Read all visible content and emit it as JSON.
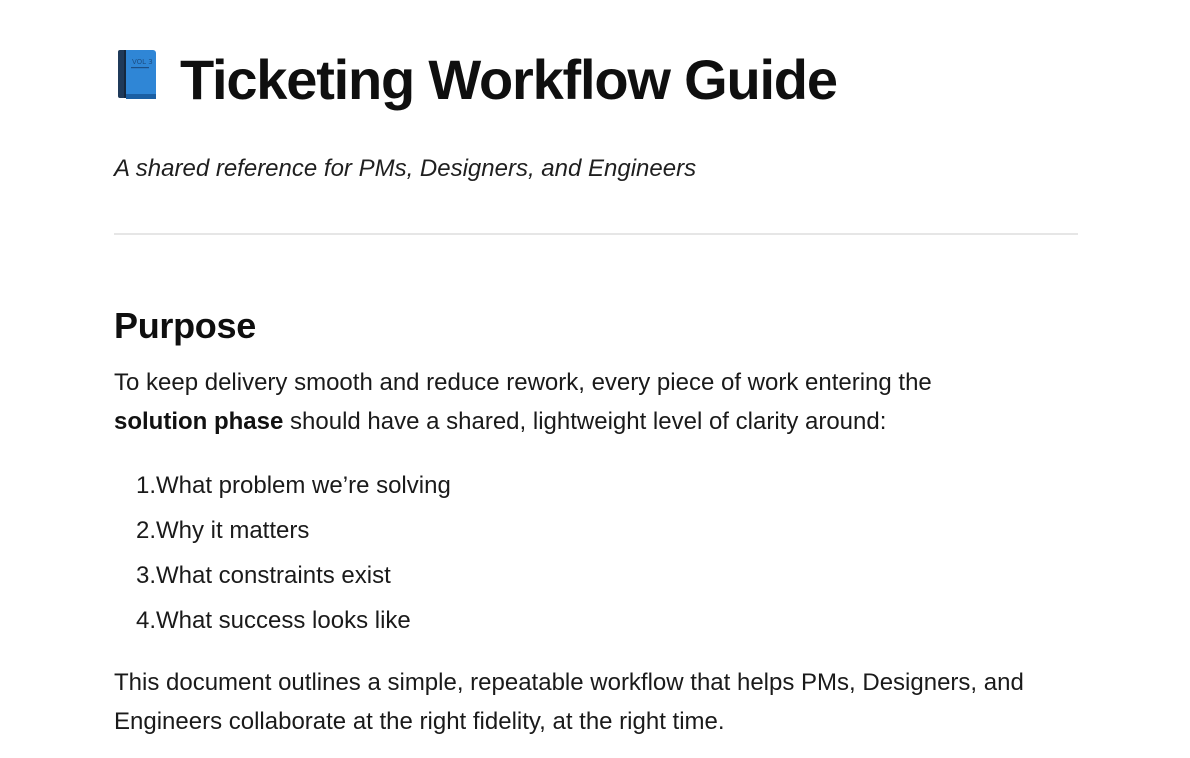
{
  "header": {
    "emoji": "blue-book",
    "title": "Ticketing Workflow Guide",
    "subtitle": "A shared reference for PMs, Designers, and Engineers"
  },
  "section": {
    "heading": "Purpose",
    "intro": {
      "part1": "To keep delivery smooth and reduce rework, every piece of work entering the",
      "bold": "solution phase",
      "part2": " should have a shared, lightweight level of clarity around:"
    },
    "list": [
      {
        "num": "1.",
        "text": "What problem we’re solving"
      },
      {
        "num": "2.",
        "text": "Why it matters"
      },
      {
        "num": "3.",
        "text": "What constraints exist"
      },
      {
        "num": "4.",
        "text": "What success looks like"
      }
    ],
    "outro": "This document outlines a simple, repeatable workflow that helps PMs, Designers, and Engineers collaborate at the right fidelity, at the right time."
  },
  "colors": {
    "text": "#1a1a1a",
    "divider": "#e6e6e6",
    "book_blue": "#2f86d6"
  }
}
